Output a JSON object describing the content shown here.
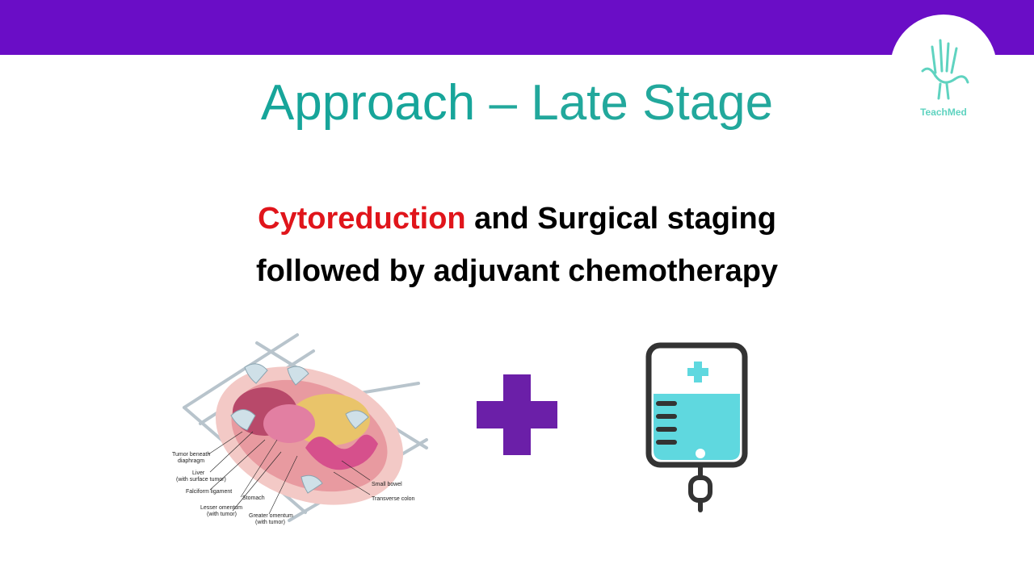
{
  "slide": {
    "title_part1": "Approach",
    "title_part2": " – Late Stage",
    "subtitle_highlight": "Cytoreduction",
    "subtitle_rest": " and Surgical staging",
    "subtitle_line2": "followed by adjuvant chemotherapy"
  },
  "logo": {
    "text": "TeachMed"
  },
  "illustration": {
    "labels": [
      "Tumor beneath",
      "diaphragm",
      "Liver",
      "(with surface tumor)",
      "Falciform ligament",
      "Stomach",
      "Lesser omentum",
      "(with tumor)",
      "Greater omentum",
      "(with tumor)",
      "Small bowel",
      "Transverse colon"
    ]
  },
  "colors": {
    "topbar": "#6a0dc6",
    "title": "#17a59a",
    "highlight": "#e0151b",
    "plus": "#6b1fa8",
    "iv_fluid": "#5fd8df",
    "logo": "#5fd3c0"
  },
  "icons": [
    "plus-icon",
    "iv-bag-icon",
    "skeleton-hand-logo"
  ]
}
